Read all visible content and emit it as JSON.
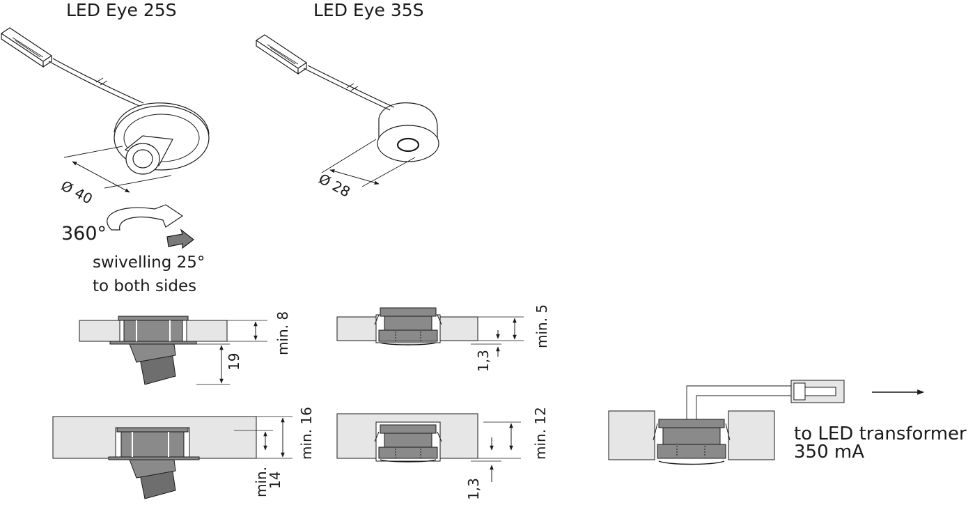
{
  "products": [
    {
      "name": "LED Eye 25S",
      "diameter": "Ø 40"
    },
    {
      "name": "LED Eye 35S",
      "diameter": "Ø 28"
    }
  ],
  "swivel": {
    "rotation": "360°",
    "line1": "swivelling 25°",
    "line2": "to both sides"
  },
  "eye25": {
    "top": {
      "min": "min. 8",
      "depth": "19"
    },
    "bottom": {
      "min_total": "min. 16",
      "min_a": "min.",
      "min_b": "14"
    }
  },
  "eye35": {
    "top": {
      "min": "min. 5",
      "gap": "1,3"
    },
    "bottom": {
      "min": "min. 12",
      "gap": "1,3"
    }
  },
  "transformer": {
    "line1": "to LED transformer",
    "line2": "350 mA"
  },
  "colors": {
    "line": "#1a1a1a",
    "board": "#e6e6e6",
    "housing": "#8a8a8a",
    "housing_dark": "#6e6e6e",
    "arrow_fill": "#7a7a7a"
  }
}
